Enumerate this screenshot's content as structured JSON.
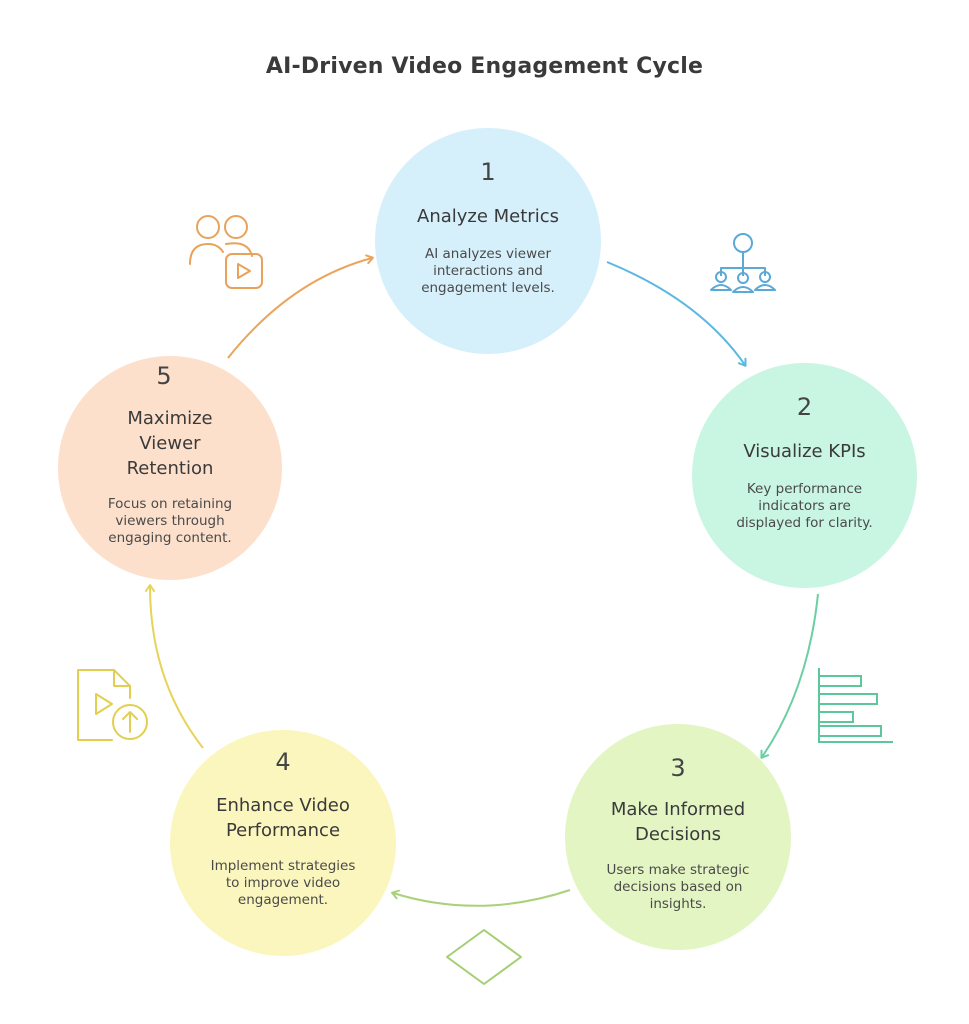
{
  "title": "AI-Driven Video Engagement Cycle",
  "steps": [
    {
      "number": "1",
      "heading": [
        "Analyze Metrics"
      ],
      "description": [
        "AI analyzes viewer",
        "interactions and",
        "engagement levels."
      ],
      "color": "#d6f0fb",
      "icon": "network-icon",
      "icon_color": "#5aa9d6"
    },
    {
      "number": "2",
      "heading": [
        "Visualize KPIs"
      ],
      "description": [
        "Key performance",
        "indicators are",
        "displayed for clarity."
      ],
      "color": "#c9f5e3",
      "icon": "bar-chart-icon",
      "icon_color": "#5cc79a"
    },
    {
      "number": "3",
      "heading": [
        "Make Informed",
        "Decisions"
      ],
      "description": [
        "Users make strategic",
        "decisions based on",
        "insights."
      ],
      "color": "#e4f5c4",
      "icon": "diamond-icon",
      "icon_color": "#a3cf72"
    },
    {
      "number": "4",
      "heading": [
        "Enhance Video",
        "Performance"
      ],
      "description": [
        "Implement strategies",
        "to improve video",
        "engagement."
      ],
      "color": "#fbf6bd",
      "icon": "video-upload-icon",
      "icon_color": "#e3cf4f"
    },
    {
      "number": "5",
      "heading": [
        "Maximize",
        "Viewer",
        "Retention"
      ],
      "description": [
        "Focus on retaining",
        "viewers through",
        "engaging content."
      ],
      "color": "#fde0cc",
      "icon": "viewers-video-icon",
      "icon_color": "#e9a25a"
    }
  ]
}
